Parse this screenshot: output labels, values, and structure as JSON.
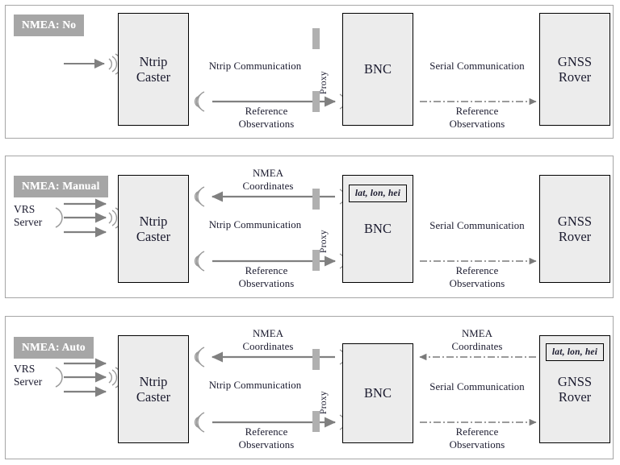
{
  "diagram": {
    "title_present": false,
    "colors": {
      "badge_bg": "#a6a6a6",
      "badge_text": "#ffffff",
      "node_fill": "#ececec",
      "node_border": "#000000",
      "panel_border": "#a6a6a6",
      "arrow_solid": "#808080",
      "arrow_dashdot": "#7a7a7a",
      "proxy_bar": "#b0b0b0"
    },
    "panels": [
      {
        "badge": "NMEA: No",
        "nodes": {
          "caster": {
            "line1": "Ntrip",
            "line2": "Caster"
          },
          "bnc": {
            "line1": "BNC",
            "line2": ""
          },
          "rover": {
            "line1": "GNSS",
            "line2": "Rover"
          }
        },
        "proxy_label": "Proxy",
        "labels": {
          "ntrip_comm": "Ntrip Communication",
          "reference_obs_1": "Reference",
          "reference_obs_2": "Observations",
          "serial_comm": "Serial Communication",
          "reference_obs_r1": "Reference",
          "reference_obs_r2": "Observations"
        },
        "vrs": null,
        "nmea_coords": null,
        "lat_box_bnc": null,
        "lat_box_rover": null
      },
      {
        "badge": "NMEA: Manual",
        "nodes": {
          "caster": {
            "line1": "Ntrip",
            "line2": "Caster"
          },
          "bnc": {
            "line1": "BNC",
            "line2": ""
          },
          "rover": {
            "line1": "GNSS",
            "line2": "Rover"
          }
        },
        "proxy_label": "Proxy",
        "labels": {
          "nmea_coords_1": "NMEA",
          "nmea_coords_2": "Coordinates",
          "ntrip_comm": "Ntrip Communication",
          "reference_obs_1": "Reference",
          "reference_obs_2": "Observations",
          "serial_comm": "Serial Communication",
          "reference_obs_r1": "Reference",
          "reference_obs_r2": "Observations"
        },
        "vrs": {
          "line1": "VRS",
          "line2": "Server"
        },
        "lat_box_bnc": "lat, lon, hei",
        "lat_box_rover": null
      },
      {
        "badge": "NMEA: Auto",
        "nodes": {
          "caster": {
            "line1": "Ntrip",
            "line2": "Caster"
          },
          "bnc": {
            "line1": "BNC",
            "line2": ""
          },
          "rover": {
            "line1": "GNSS",
            "line2": "Rover"
          }
        },
        "proxy_label": "Proxy",
        "labels": {
          "nmea_coords_1": "NMEA",
          "nmea_coords_2": "Coordinates",
          "ntrip_comm": "Ntrip Communication",
          "reference_obs_1": "Reference",
          "reference_obs_2": "Observations",
          "nmea_coords_r1": "NMEA",
          "nmea_coords_r2": "Coordinates",
          "serial_comm": "Serial Communication",
          "reference_obs_r1": "Reference",
          "reference_obs_r2": "Observations"
        },
        "vrs": {
          "line1": "VRS",
          "line2": "Server"
        },
        "lat_box_bnc": null,
        "lat_box_rover": "lat, lon, hei"
      }
    ]
  }
}
